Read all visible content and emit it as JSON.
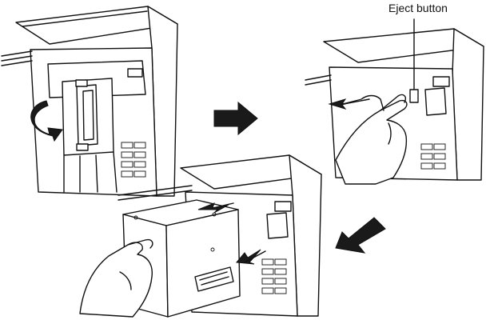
{
  "callout": {
    "label": "Eject button"
  },
  "colors": {
    "line": "#111111",
    "arrow": "#1a1a1a",
    "background": "#ffffff"
  },
  "steps": [
    {
      "name": "step-1",
      "icon": "rotate-handle-icon"
    },
    {
      "name": "step-2",
      "icon": "press-eject-icon"
    },
    {
      "name": "step-3",
      "icon": "pull-out-drive-icon"
    }
  ],
  "transitions": [
    {
      "from": "step-1",
      "to": "step-2",
      "icon": "arrow-right-icon"
    },
    {
      "from": "step-2",
      "to": "step-3",
      "icon": "arrow-down-left-icon"
    }
  ]
}
